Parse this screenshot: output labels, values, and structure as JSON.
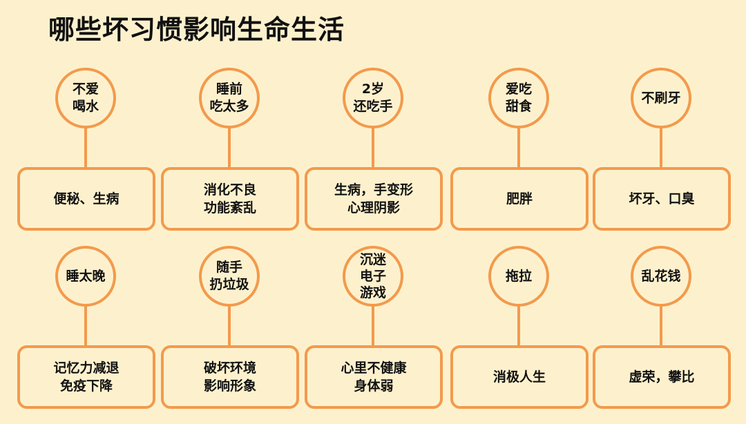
{
  "title": "哪些坏习惯影响生命生活",
  "rows": [
    [
      {
        "habit": "不爱\n喝水",
        "effect": "便秘、生病"
      },
      {
        "habit": "睡前\n吃太多",
        "effect": "消化不良\n功能紊乱"
      },
      {
        "habit": "2岁\n还吃手",
        "effect": "生病，手变形\n心理阴影"
      },
      {
        "habit": "爱吃\n甜食",
        "effect": "肥胖"
      },
      {
        "habit": "不刷牙",
        "effect": "坏牙、口臭"
      }
    ],
    [
      {
        "habit": "睡太晚",
        "effect": "记忆力减退\n免疫下降"
      },
      {
        "habit": "随手\n扔垃圾",
        "effect": "破坏环境\n影响形象"
      },
      {
        "habit": "沉迷\n电子\n游戏",
        "effect": "心里不健康\n身体弱"
      },
      {
        "habit": "拖拉",
        "effect": "消极人生"
      },
      {
        "habit": "乱花钱",
        "effect": "虚荣，攀比"
      }
    ]
  ],
  "colors": {
    "background": "#fdf1cd",
    "accent": "#f39a4c",
    "text": "#111111"
  }
}
